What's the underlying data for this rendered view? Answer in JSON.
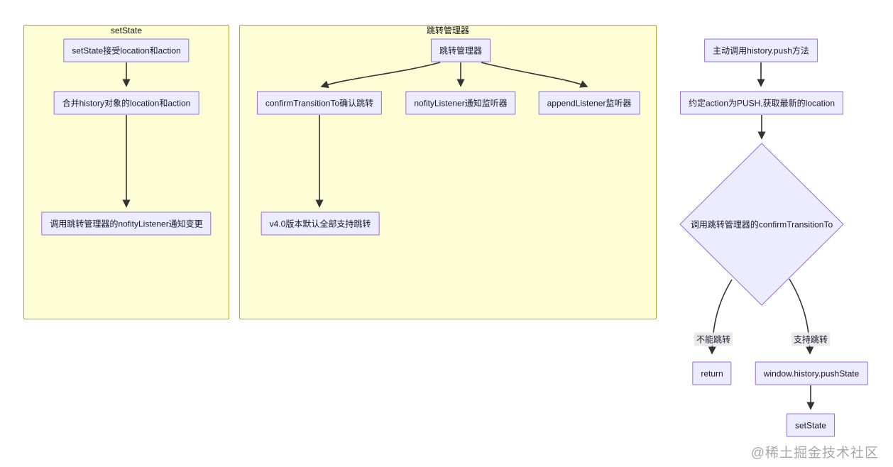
{
  "diagram": {
    "groups": {
      "setstate": {
        "title": "setState",
        "nodes": {
          "receive": "setState接受location和action",
          "merge": "合并history对象的location和action",
          "notify": "调用跳转管理器的nofityListener通知变更"
        }
      },
      "manager": {
        "title": "跳转管理器",
        "nodes": {
          "root": "跳转管理器",
          "confirm": "confirmTransitionTo确认跳转",
          "nofity": "nofityListener通知监听器",
          "append": "appendListener监听器",
          "v4": "v4.0版本默认全部支持跳转"
        }
      },
      "push_flow": {
        "nodes": {
          "start": "主动调用history.push方法",
          "action": "约定action为PUSH,获取最新的location",
          "decision": "调用跳转管理器的confirmTransitionTo",
          "return": "return",
          "push_state": "window.history.pushState",
          "set_state": "setState"
        },
        "edge_labels": {
          "deny": "不能跳转",
          "allow": "支持跳转"
        }
      }
    },
    "colors": {
      "cluster_fill": "#fdfdd5",
      "cluster_border": "#aaaa33",
      "node_fill": "#ececff",
      "node_border": "#9370db",
      "edge": "#333333",
      "watermark": "#a6a6ae"
    },
    "watermark": "@稀土掘金技术社区"
  }
}
